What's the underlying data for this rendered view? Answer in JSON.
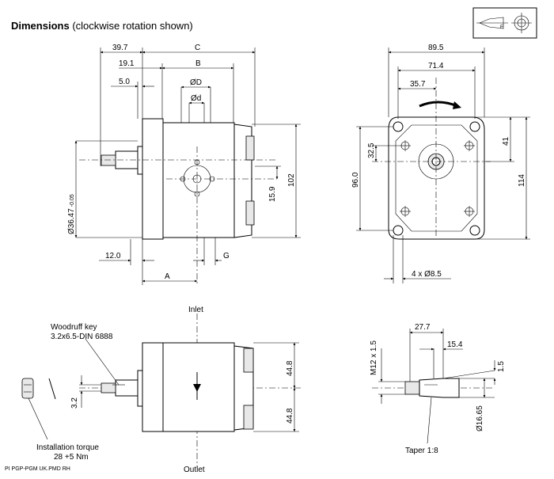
{
  "header": {
    "title": "Dimensions",
    "subtitle": "(clockwise rotation shown)"
  },
  "side_view": {
    "dim_top_left": "39.7",
    "dim_top_c": "C",
    "dim_19": "19.1",
    "dim_b": "B",
    "dim_5": "5.0",
    "dim_od": "ØD",
    "dim_od_small": "Ød",
    "dim_102": "102",
    "dim_15_9": "15.9",
    "dim_shaft": "Ø36.47",
    "dim_shaft_tol": "-0.05",
    "dim_12": "12.0",
    "dim_g": "G",
    "dim_a": "A"
  },
  "front_view": {
    "dim_89_5": "89.5",
    "dim_71_4": "71.4",
    "dim_35_7": "35.7",
    "dim_32_5": "32.5",
    "dim_41": "41",
    "dim_96": "96.0",
    "dim_114": "114",
    "dim_holes": "4 x Ø8.5"
  },
  "bottom_view": {
    "inlet": "Inlet",
    "outlet": "Outlet",
    "woodruff_line1": "Woodruff key",
    "woodruff_line2": "3.2x6.5-DIN 6888",
    "dim_3_2": "3.2",
    "dim_44_8_top": "44.8",
    "dim_44_8_bottom": "44.8",
    "torque_line1": "Installation torque",
    "torque_line2": "28 +5 Nm"
  },
  "shaft_detail": {
    "dim_thread": "M12 x 1.5",
    "dim_27_7": "27.7",
    "dim_15_4": "15.4",
    "dim_1_5": "1.5",
    "dim_16_65": "Ø16.65",
    "taper": "Taper 1:8"
  },
  "footer": {
    "code": "PI PGP-PGM UK.PMD RH"
  }
}
